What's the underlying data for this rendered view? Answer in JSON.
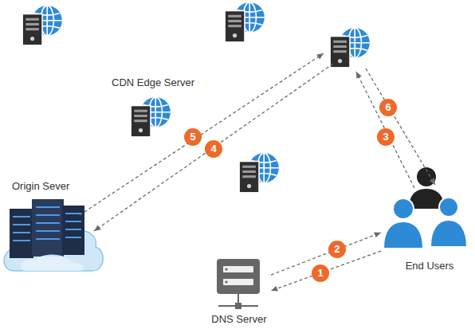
{
  "diagram": {
    "nodes": [
      {
        "text": [
          "Origin Sever"
        ]
      },
      {
        "text": [
          "End Users"
        ]
      },
      {
        "text": [
          "DNS Server"
        ]
      }
    ],
    "edges": [
      {
        "from": 1,
        "to": 2,
        "arrow": "to",
        "label": "1"
      },
      {
        "from": 2,
        "to": 1,
        "arrow": "to",
        "label": "2"
      }
    ],
    "labels": [
      "CDN Edge Server",
      "6",
      "5",
      "4",
      "3"
    ]
  }
}
